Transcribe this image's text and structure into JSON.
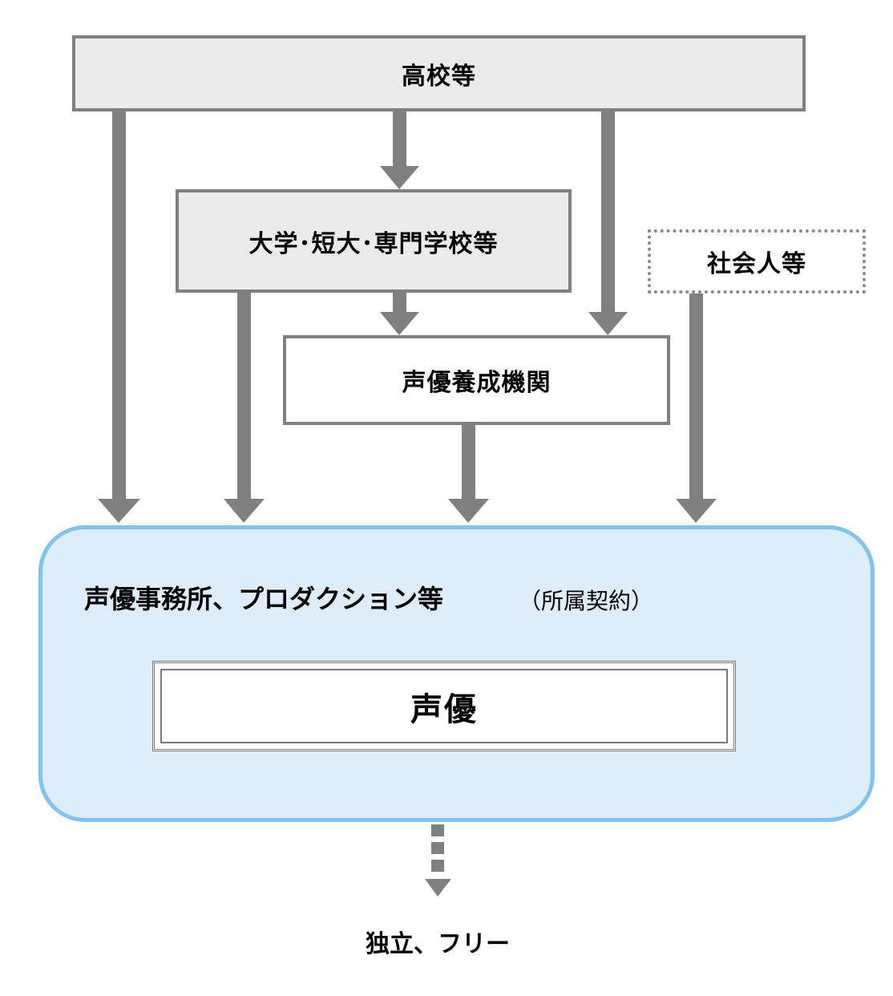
{
  "nodes": {
    "high_school": "高校等",
    "university": "大学･短大･専門学校等",
    "working_adults": "社会人等",
    "training_institution": "声優養成機関",
    "agency": "声優事務所、プロダクション等",
    "agency_note": "（所属契約）",
    "voice_actor": "声優",
    "independent": "独立、フリー"
  },
  "colors": {
    "arrow": "#808080",
    "box_fill": "#ebebeb",
    "agency_fill": "#deedfc",
    "agency_border": "#7ec3f3"
  }
}
